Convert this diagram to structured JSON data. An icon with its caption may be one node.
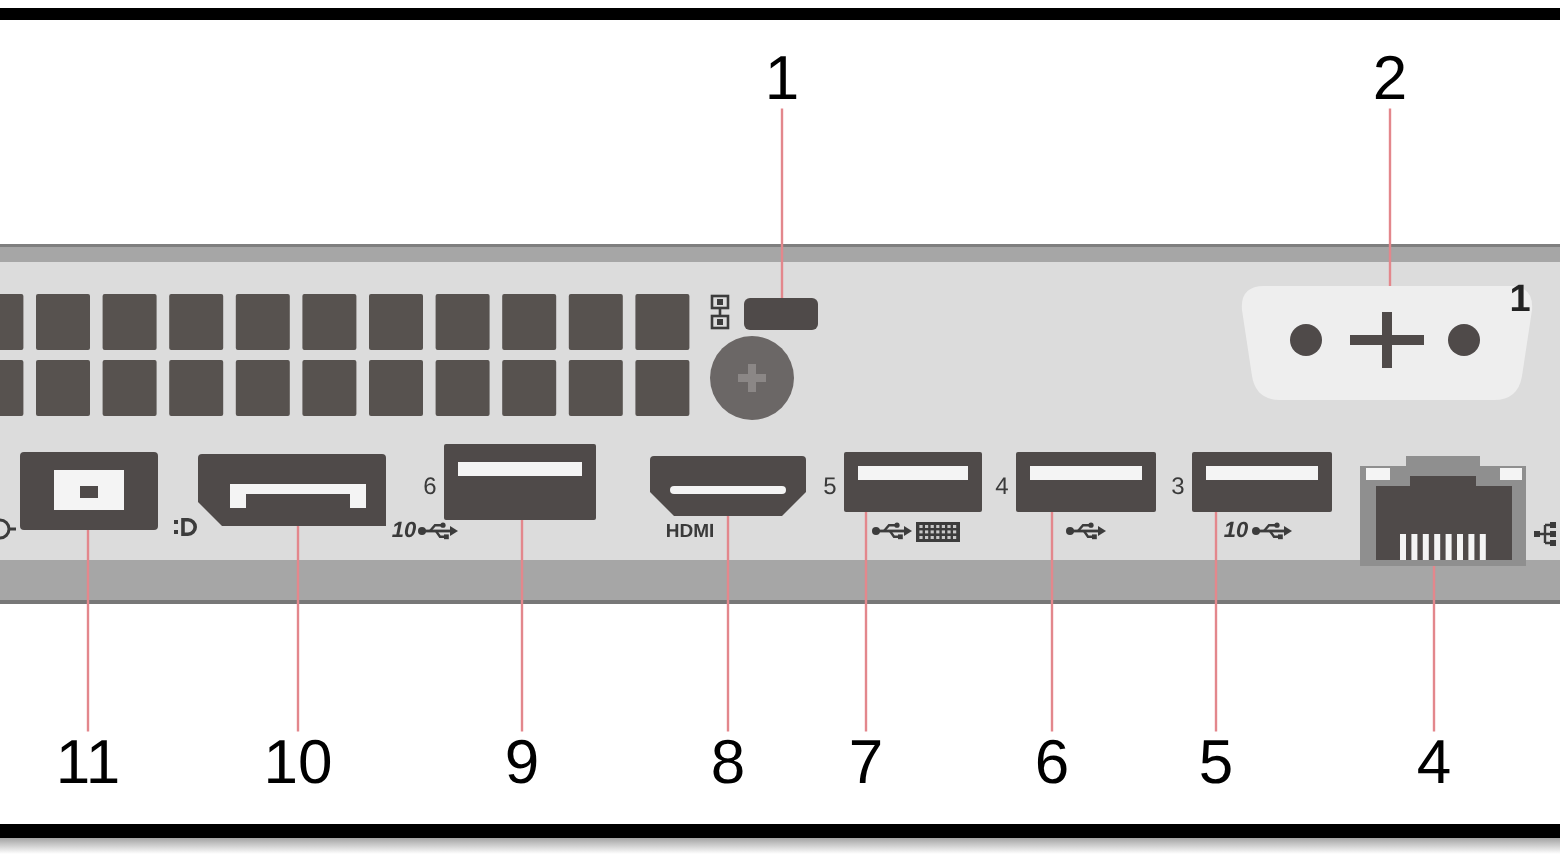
{
  "diagram": {
    "nodes": [
      {
        "text": [
          "1"
        ]
      },
      {
        "text": [
          "2"
        ]
      },
      {
        "text": [],
        "shape": "box"
      },
      {
        "text": [],
        "shape": "picture"
      },
      {
        "text": [],
        "shape": "picture"
      },
      {
        "text": [],
        "shape": "picture"
      },
      {
        "text": [],
        "shape": "picture"
      },
      {
        "text": [],
        "shape": "picture"
      },
      {
        "text": [],
        "shape": "picture"
      },
      {
        "text": [],
        "shape": "picture"
      },
      {
        "text": [],
        "shape": "picture"
      },
      {
        "text": [],
        "shape": "picture"
      },
      {
        "text": [
          "11"
        ]
      },
      {
        "text": [
          "10"
        ]
      },
      {
        "text": [
          "9"
        ]
      },
      {
        "text": [
          "8"
        ]
      },
      {
        "text": [
          "7"
        ]
      },
      {
        "text": [
          "6"
        ]
      },
      {
        "text": [
          "5"
        ]
      },
      {
        "text": [
          "4"
        ]
      }
    ],
    "edges": [
      {
        "from": 0,
        "to": 2,
        "arrow": "none"
      },
      {
        "from": 1,
        "to": 3,
        "arrow": "none"
      },
      {
        "from": 12,
        "to": 4,
        "arrow": "none"
      },
      {
        "from": 13,
        "to": 5,
        "arrow": "none"
      },
      {
        "from": 14,
        "to": 6,
        "arrow": "none"
      },
      {
        "from": 15,
        "to": 7,
        "arrow": "none"
      },
      {
        "from": 16,
        "to": 8,
        "arrow": "none"
      },
      {
        "from": 17,
        "to": 9,
        "arrow": "none"
      },
      {
        "from": 18,
        "to": 10,
        "arrow": "none"
      },
      {
        "from": 19,
        "to": 11,
        "arrow": "none"
      }
    ],
    "labels": [
      "1",
      "6",
      "5",
      "4",
      "3",
      "10",
      "HDMI",
      "10"
    ]
  }
}
